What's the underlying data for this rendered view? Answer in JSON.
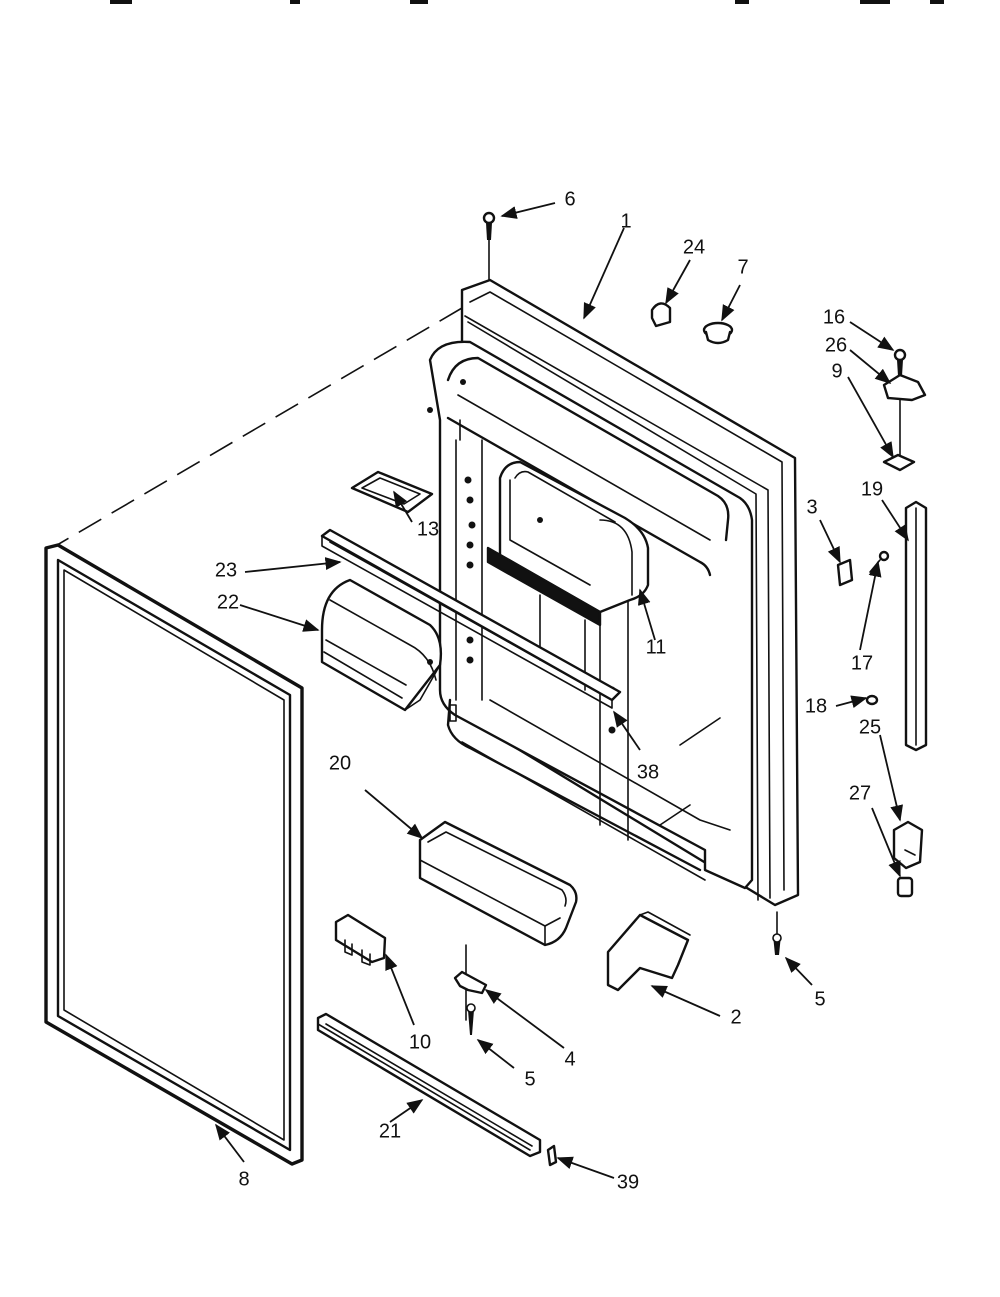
{
  "callouts": [
    {
      "id": "c1",
      "text": "1"
    },
    {
      "id": "c2",
      "text": "2"
    },
    {
      "id": "c3",
      "text": "3"
    },
    {
      "id": "c4",
      "text": "4"
    },
    {
      "id": "c5a",
      "text": "5"
    },
    {
      "id": "c5b",
      "text": "5"
    },
    {
      "id": "c6",
      "text": "6"
    },
    {
      "id": "c7",
      "text": "7"
    },
    {
      "id": "c8",
      "text": "8"
    },
    {
      "id": "c9",
      "text": "9"
    },
    {
      "id": "c10",
      "text": "10"
    },
    {
      "id": "c11",
      "text": "11"
    },
    {
      "id": "c13",
      "text": "13"
    },
    {
      "id": "c16",
      "text": "16"
    },
    {
      "id": "c17",
      "text": "17"
    },
    {
      "id": "c18",
      "text": "18"
    },
    {
      "id": "c19",
      "text": "19"
    },
    {
      "id": "c20",
      "text": "20"
    },
    {
      "id": "c21",
      "text": "21"
    },
    {
      "id": "c22",
      "text": "22"
    },
    {
      "id": "c23",
      "text": "23"
    },
    {
      "id": "c24",
      "text": "24"
    },
    {
      "id": "c25",
      "text": "25"
    },
    {
      "id": "c26",
      "text": "26"
    },
    {
      "id": "c27",
      "text": "27"
    },
    {
      "id": "c38",
      "text": "38"
    },
    {
      "id": "c39",
      "text": "39"
    }
  ]
}
